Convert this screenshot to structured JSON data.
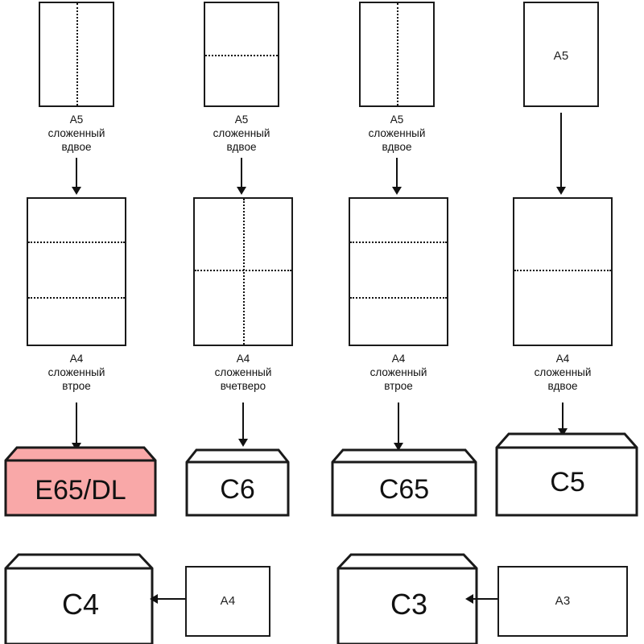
{
  "diagram": {
    "title": "Paper folding to envelope size chart",
    "language": "ru",
    "colors": {
      "stroke": "#1a1a1a",
      "background": "#ffffff",
      "highlight_fill": "#f9a8a8",
      "highlight_stroke": "#1a1a1a"
    },
    "columns": [
      {
        "id": "col-1",
        "top": {
          "sheet_name": "A5",
          "fold_marks": "vertical-center",
          "label_inside": "",
          "caption": "A5\nсложенный\nвдвое"
        },
        "middle": {
          "sheet_name": "A4",
          "fold_marks": "two-horizontal",
          "caption": "A4\nсложенный\nвтрое"
        },
        "envelope": {
          "label": "E65/DL",
          "highlighted": true
        }
      },
      {
        "id": "col-2",
        "top": {
          "sheet_name": "A5",
          "fold_marks": "horizontal-center",
          "label_inside": "",
          "caption": "A5\nсложенный\nвдвое"
        },
        "middle": {
          "sheet_name": "A4",
          "fold_marks": "cross",
          "caption": "A4\nсложенный\nвчетверо"
        },
        "envelope": {
          "label": "C6",
          "highlighted": false
        }
      },
      {
        "id": "col-3",
        "top": {
          "sheet_name": "A5",
          "fold_marks": "vertical-center",
          "label_inside": "",
          "caption": "A5\nсложенный\nвдвое"
        },
        "middle": {
          "sheet_name": "A4",
          "fold_marks": "two-horizontal",
          "caption": "A4\nсложенный\nвтрое"
        },
        "envelope": {
          "label": "C65",
          "highlighted": false
        }
      },
      {
        "id": "col-4",
        "top": {
          "sheet_name": "A5",
          "fold_marks": "none",
          "label_inside": "A5",
          "caption": ""
        },
        "middle": {
          "sheet_name": "A4",
          "fold_marks": "horizontal-center",
          "caption": "A4\nсложенный\nвдвое"
        },
        "envelope": {
          "label": "C5",
          "highlighted": false
        }
      }
    ],
    "bottom_row": [
      {
        "id": "pair-c4",
        "envelope_label": "C4",
        "sheet_label": "A4",
        "arrow_direction": "left"
      },
      {
        "id": "pair-c3",
        "envelope_label": "C3",
        "sheet_label": "A3",
        "arrow_direction": "left"
      }
    ]
  }
}
